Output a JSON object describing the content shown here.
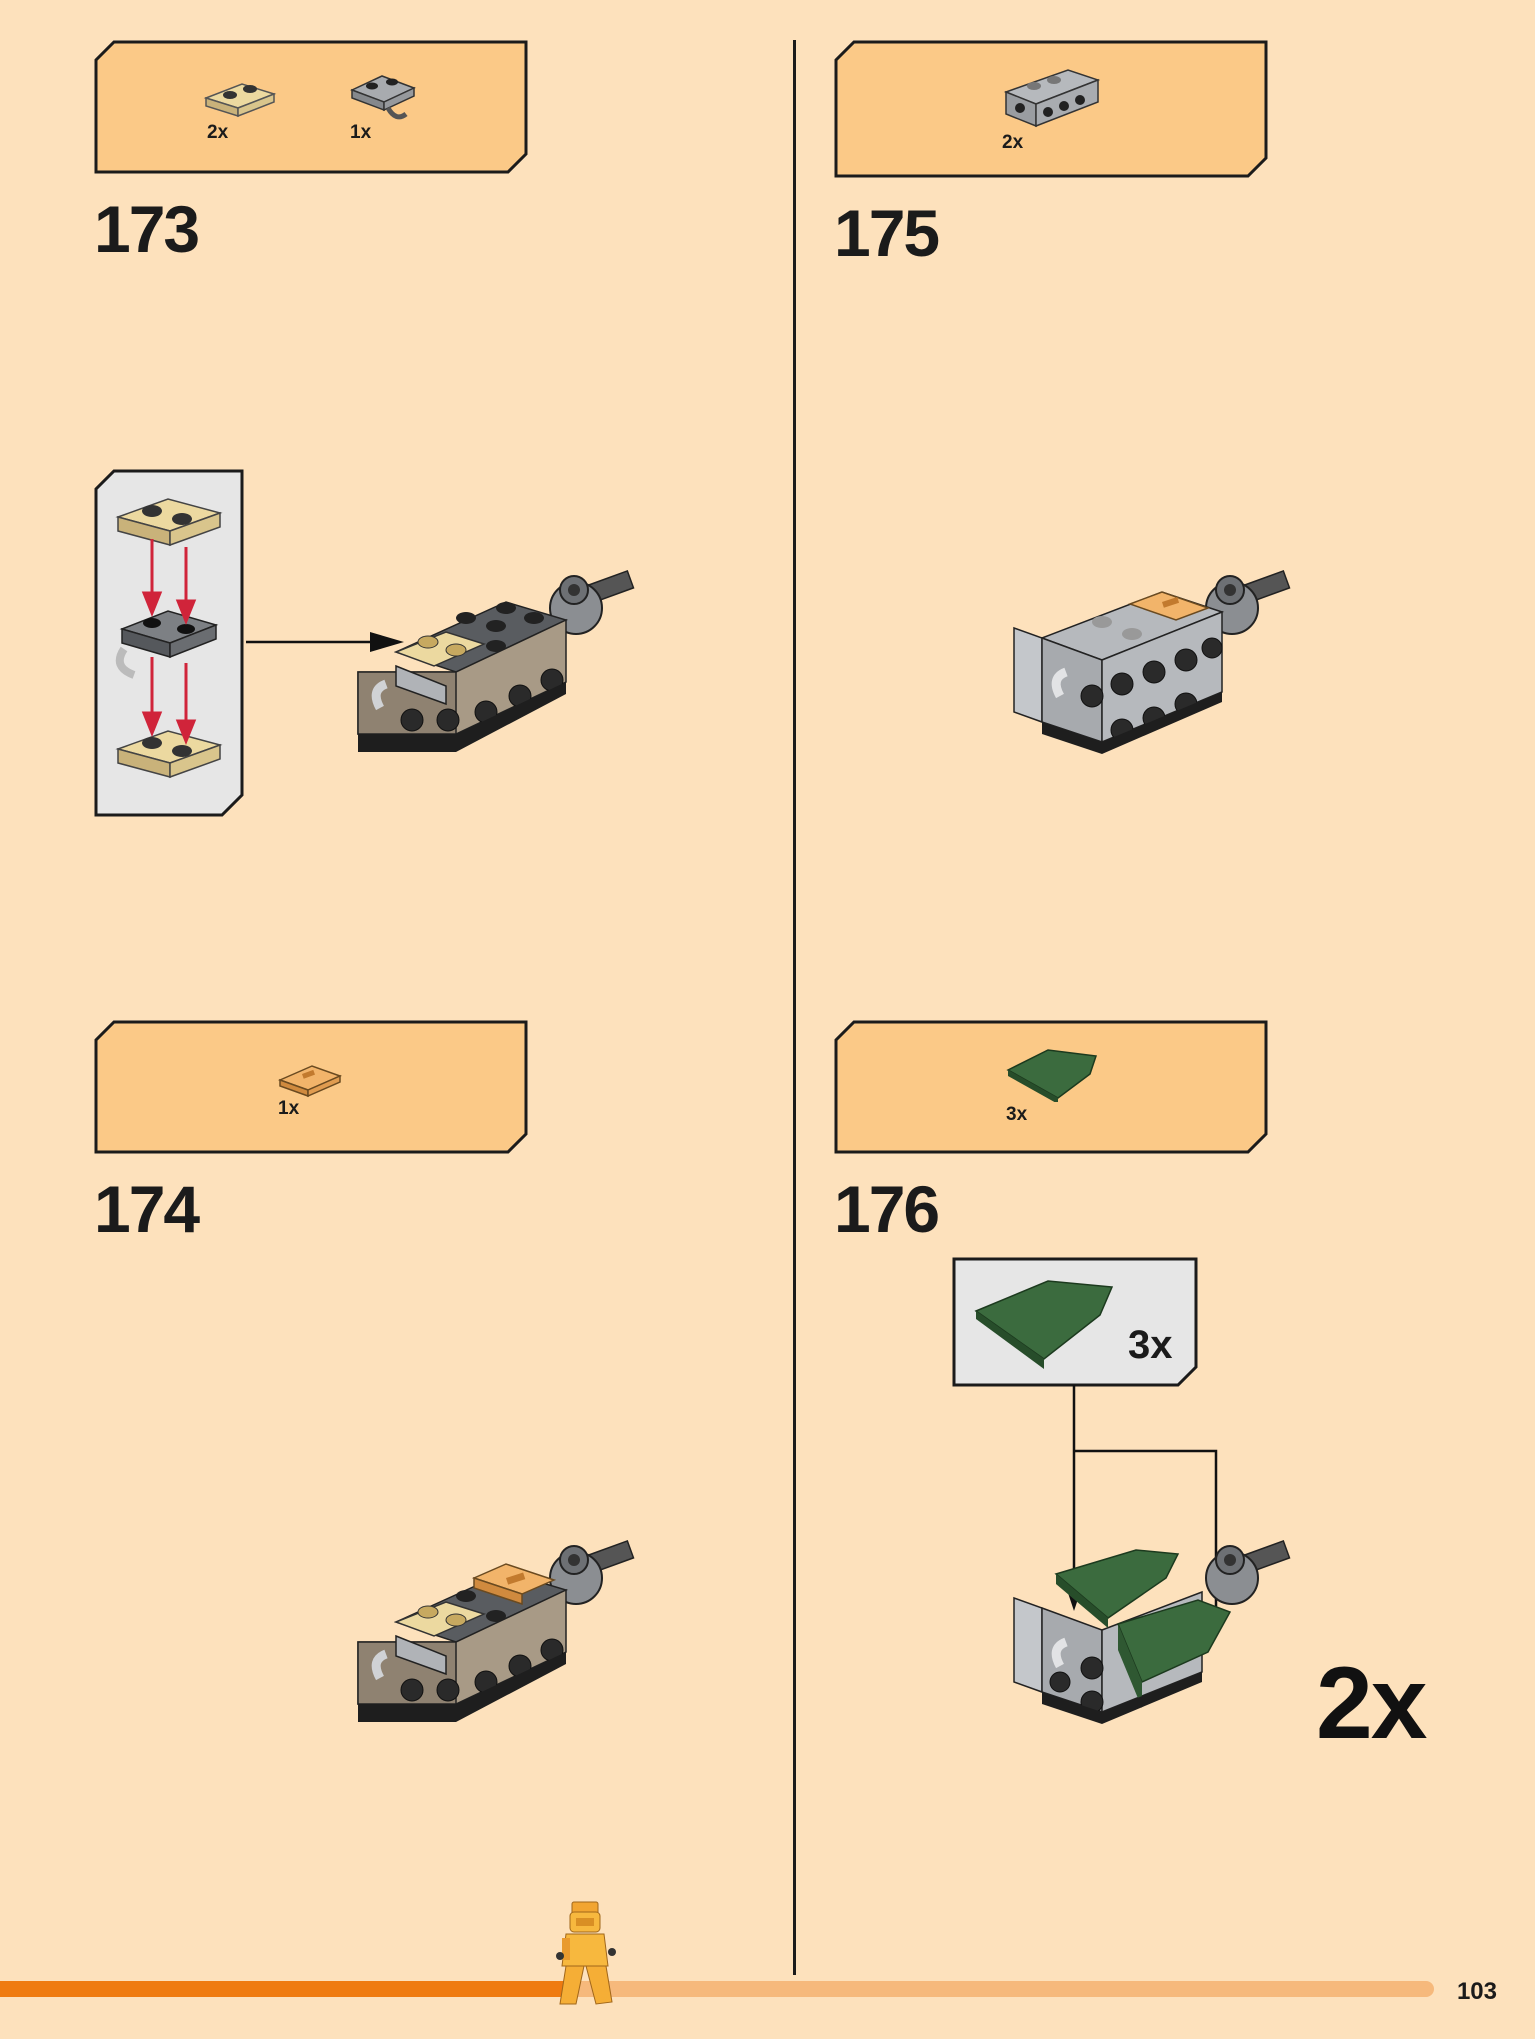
{
  "page": {
    "number": "103",
    "progress_fraction": 0.4
  },
  "steps": [
    {
      "number": "173",
      "parts": [
        {
          "part": "tan-plate-1x2",
          "qty": "2x"
        },
        {
          "part": "grey-clip-plate",
          "qty": "1x"
        }
      ]
    },
    {
      "number": "174",
      "parts": [
        {
          "part": "orange-tile-1x2",
          "qty": "1x"
        }
      ]
    },
    {
      "number": "175",
      "parts": [
        {
          "part": "grey-bracket-1x4",
          "qty": "2x"
        }
      ]
    },
    {
      "number": "176",
      "parts": [
        {
          "part": "green-wedge-tile",
          "qty": "3x"
        }
      ],
      "callout_qty": "3x",
      "multiplier": "2x"
    }
  ],
  "colors": {
    "background": "#fde1bc",
    "parts_box": "#fbc987",
    "callout_box": "#e6e6e6",
    "progress": "#ef7b10",
    "progress_track": "#f6b97c"
  }
}
